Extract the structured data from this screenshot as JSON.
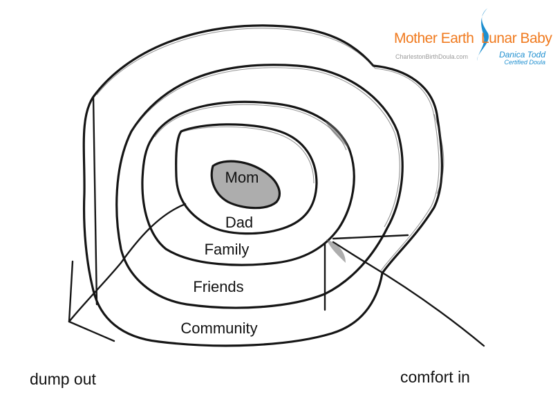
{
  "rings": [
    {
      "id": "mom",
      "label": "Mom"
    },
    {
      "id": "dad",
      "label": "Dad"
    },
    {
      "id": "family",
      "label": "Family"
    },
    {
      "id": "friends",
      "label": "Friends"
    },
    {
      "id": "community",
      "label": "Community"
    }
  ],
  "arrows": {
    "dump_out": "dump out",
    "comfort_in": "comfort in"
  },
  "logo": {
    "brand_left": "Mother Earth",
    "brand_right": "Lunar Baby",
    "website": "CharlestonBirthDoula.com",
    "name": "Danica Todd",
    "title": "Certified Doula",
    "colors": {
      "orange": "#f07a1e",
      "blue": "#1e8fd0"
    }
  }
}
